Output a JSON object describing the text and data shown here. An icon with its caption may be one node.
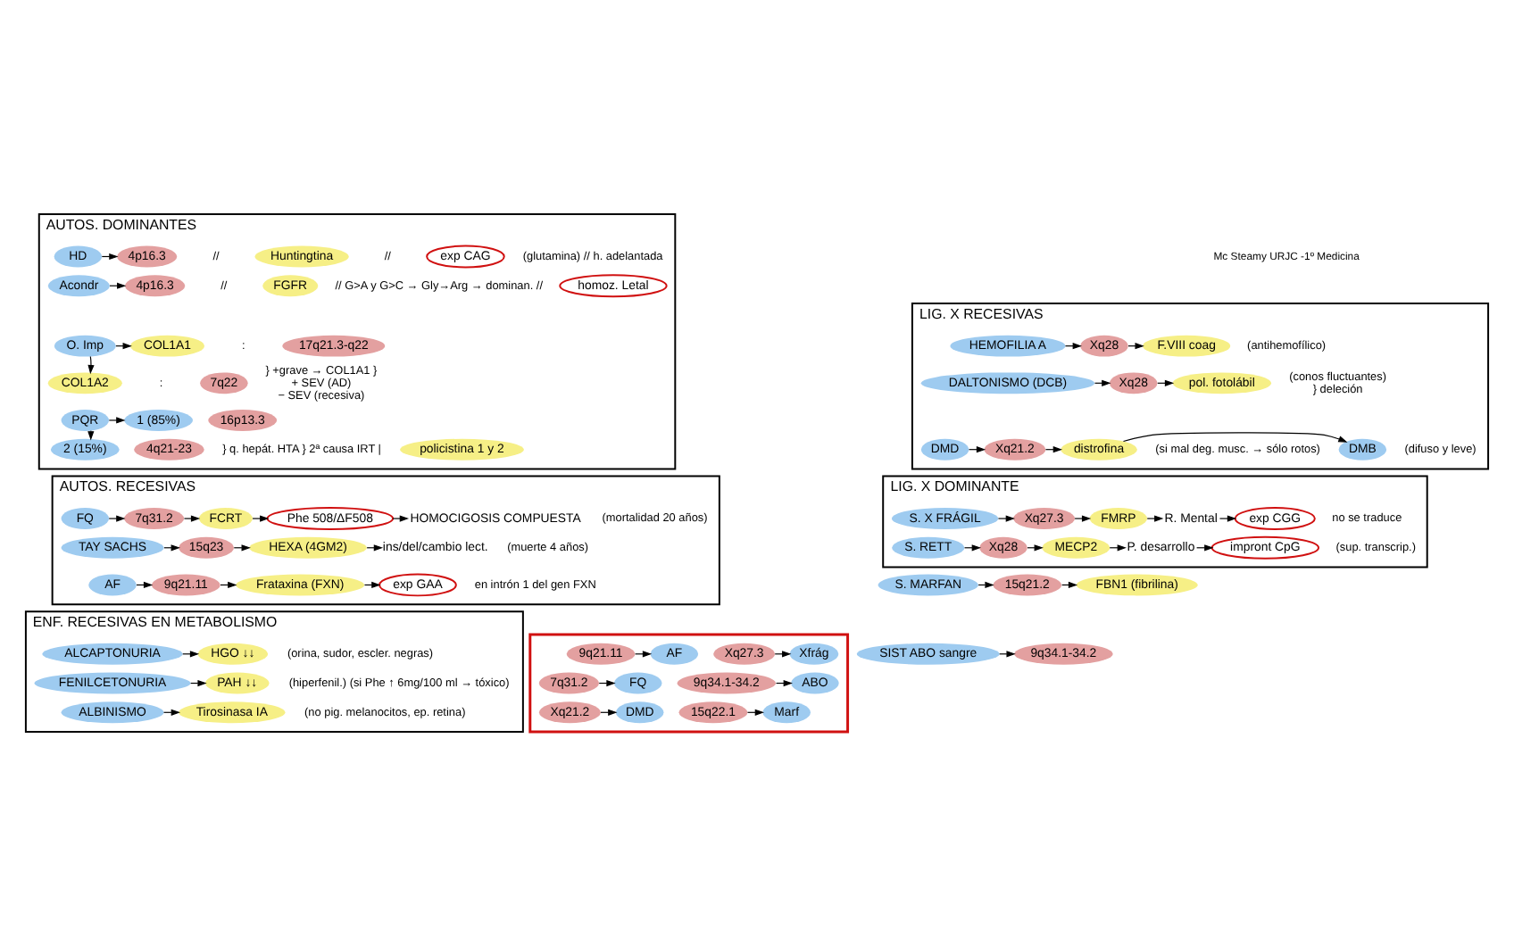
{
  "diagram": {
    "nodes": [
      {
        "text": [
          "AUTOS. DOMINANTES"
        ]
      },
      {
        "text": [
          "HD"
        ],
        "in": 0
      },
      {
        "text": [
          "4p16.3"
        ],
        "in": 0,
        "beside": [
          "//"
        ]
      },
      {
        "text": [
          "Huntingtina"
        ],
        "in": 0,
        "beside": [
          "//"
        ]
      },
      {
        "text": [
          "exp CAG"
        ],
        "in": 0,
        "beside": [
          "(glutamina) // h. adelantada"
        ]
      },
      {
        "text": [
          "Acondr"
        ],
        "in": 0
      },
      {
        "text": [
          "4p16.3"
        ],
        "in": 0,
        "beside": [
          "//"
        ]
      },
      {
        "text": [
          "FGFR"
        ],
        "in": 0,
        "beside": [
          "// G>A y G>C → Gly→Arg → dominan. //"
        ]
      },
      {
        "text": [
          "homoz. Letal"
        ],
        "in": 0
      },
      {
        "text": [
          "O. Imp"
        ],
        "in": 0
      },
      {
        "text": [
          "COL1A1"
        ],
        "in": 0,
        "beside": [
          ":"
        ]
      },
      {
        "text": [
          "17q21.3-q22"
        ],
        "in": 0
      },
      {
        "text": [
          "COL1A2"
        ],
        "in": 0,
        "beside": [
          ":"
        ]
      },
      {
        "text": [
          "7q22"
        ],
        "in": 0,
        "beside": [
          "} +grave → COL1A1 }",
          "+ SEV (AD)",
          "− SEV (recesiva)"
        ]
      },
      {
        "text": [
          "PQR"
        ],
        "in": 0
      },
      {
        "text": [
          "1 (85%)"
        ],
        "in": 0
      },
      {
        "text": [
          "16p13.3"
        ],
        "in": 0
      },
      {
        "text": [
          "2 (15%)"
        ],
        "in": 0
      },
      {
        "text": [
          "4q21-23"
        ],
        "in": 0,
        "beside": [
          "} q. hepát. HTA } 2ª causa IRT |"
        ]
      },
      {
        "text": [
          "policistina 1 y 2"
        ],
        "in": 0
      },
      {
        "text": [
          "AUTOS. RECESIVAS"
        ]
      },
      {
        "text": [
          "FQ"
        ],
        "in": 20
      },
      {
        "text": [
          "7q31.2"
        ],
        "in": 20
      },
      {
        "text": [
          "FCRT"
        ],
        "in": 20
      },
      {
        "text": [
          "Phe 508/ΔF508"
        ],
        "in": 20
      },
      {
        "text": [
          "HOMOCIGOSIS COMPUESTA"
        ],
        "in": 20,
        "beside": [
          "(mortalidad 20 años)"
        ]
      },
      {
        "text": [
          "TAY SACHS"
        ],
        "in": 20
      },
      {
        "text": [
          "15q23"
        ],
        "in": 20
      },
      {
        "text": [
          "HEXA (4GM2)"
        ],
        "in": 20
      },
      {
        "text": [
          "ins/del/cambio lect."
        ],
        "in": 20,
        "beside": [
          "(muerte 4 años)"
        ]
      },
      {
        "text": [
          "AF"
        ],
        "in": 20
      },
      {
        "text": [
          "9q21.11"
        ],
        "in": 20
      },
      {
        "text": [
          "Frataxina (FXN)"
        ],
        "in": 20
      },
      {
        "text": [
          "exp GAA"
        ],
        "in": 20,
        "beside": [
          "en intrón 1 del gen FXN"
        ]
      },
      {
        "text": [
          "ENF. RECESIVAS EN METABOLISMO"
        ]
      },
      {
        "text": [
          "ALCAPTONURIA"
        ],
        "in": 34
      },
      {
        "text": [
          "HGO ↓↓"
        ],
        "in": 34,
        "beside": [
          "(orina, sudor, escler. negras)"
        ]
      },
      {
        "text": [
          "FENILCETONURIA"
        ],
        "in": 34
      },
      {
        "text": [
          "PAH ↓↓"
        ],
        "in": 34,
        "beside": [
          "(hiperfenil.) (si Phe ↑ 6mg/100 ml → tóxico)"
        ]
      },
      {
        "text": [
          "ALBINISMO"
        ],
        "in": 34
      },
      {
        "text": [
          "Tirosinasa IA"
        ],
        "in": 34,
        "beside": [
          "(no pig. melanocitos, ep. retina)"
        ]
      },
      {
        "text": [
          "LIG. X RECESIVAS"
        ]
      },
      {
        "text": [
          "HEMOFILIA A"
        ],
        "in": 41
      },
      {
        "text": [
          "Xq28"
        ],
        "in": 41
      },
      {
        "text": [
          "F.VIII coag"
        ],
        "in": 41,
        "beside": [
          "(antihemofílico)"
        ]
      },
      {
        "text": [
          "DALTONISMO (DCB)"
        ],
        "in": 41
      },
      {
        "text": [
          "Xq28"
        ],
        "in": 41
      },
      {
        "text": [
          "pol. fotolábil"
        ],
        "in": 41,
        "beside": [
          "(conos fluctuantes)",
          "} deleción"
        ]
      },
      {
        "text": [
          "DMD"
        ],
        "in": 41
      },
      {
        "text": [
          "Xq21.2"
        ],
        "in": 41
      },
      {
        "text": [
          "distrofina"
        ],
        "in": 41,
        "beside": [
          "(si mal deg. musc. → sólo rotos)"
        ]
      },
      {
        "text": [
          "DMB"
        ],
        "in": 41,
        "beside": [
          "(difuso y leve)"
        ]
      },
      {
        "text": [
          "LIG. X DOMINANTE"
        ]
      },
      {
        "text": [
          "S. X FRÁGIL"
        ],
        "in": 52
      },
      {
        "text": [
          "Xq27.3"
        ],
        "in": 52
      },
      {
        "text": [
          "FMRP"
        ],
        "in": 52
      },
      {
        "text": [
          "R. Mental"
        ],
        "in": 52
      },
      {
        "text": [
          "exp CGG"
        ],
        "in": 52,
        "beside": [
          "no se traduce"
        ]
      },
      {
        "text": [
          "S. RETT"
        ],
        "in": 52
      },
      {
        "text": [
          "Xq28"
        ],
        "in": 52
      },
      {
        "text": [
          "MECP2"
        ],
        "in": 52
      },
      {
        "text": [
          "P. desarrollo"
        ],
        "in": 52
      },
      {
        "text": [
          "impront CpG"
        ],
        "in": 52,
        "beside": [
          "(sup. transcrip.)"
        ]
      },
      {
        "text": [
          "S. MARFAN"
        ]
      },
      {
        "text": [
          "15q21.2"
        ]
      },
      {
        "text": [
          "FBN1 (fibrilina)"
        ]
      },
      {
        "text": [
          "SIST ABO sangre"
        ]
      },
      {
        "text": [
          "9q34.1-34.2"
        ]
      },
      {
        "text": [],
        "shape": "box"
      },
      {
        "text": [
          "9q21.11"
        ],
        "in": 68
      },
      {
        "text": [
          "AF"
        ],
        "in": 68
      },
      {
        "text": [
          "7q31.2"
        ],
        "in": 68
      },
      {
        "text": [
          "FQ"
        ],
        "in": 68
      },
      {
        "text": [
          "Xq21.2"
        ],
        "in": 68
      },
      {
        "text": [
          "DMD"
        ],
        "in": 68
      },
      {
        "text": [
          "Xq27.3"
        ],
        "in": 68
      },
      {
        "text": [
          "Xfrág"
        ],
        "in": 68
      },
      {
        "text": [
          "9q34.1-34.2"
        ],
        "in": 68
      },
      {
        "text": [
          "ABO"
        ],
        "in": 68
      },
      {
        "text": [
          "15q22.1"
        ],
        "in": 68
      },
      {
        "text": [
          "Marf"
        ],
        "in": 68
      }
    ],
    "edges": [
      {
        "from": 1,
        "to": 2,
        "arrow": "to"
      },
      {
        "from": 5,
        "to": 6,
        "arrow": "to"
      },
      {
        "from": 9,
        "to": 10,
        "arrow": "to"
      },
      {
        "from": 9,
        "to": 12,
        "arrow": "to"
      },
      {
        "from": 14,
        "to": 15,
        "arrow": "to"
      },
      {
        "from": 14,
        "to": 17,
        "arrow": "to"
      },
      {
        "from": 21,
        "to": 22,
        "arrow": "to"
      },
      {
        "from": 22,
        "to": 23,
        "arrow": "to"
      },
      {
        "from": 23,
        "to": 24,
        "arrow": "to"
      },
      {
        "from": 24,
        "to": 25,
        "arrow": "to"
      },
      {
        "from": 26,
        "to": 27,
        "arrow": "to"
      },
      {
        "from": 27,
        "to": 28,
        "arrow": "to"
      },
      {
        "from": 28,
        "to": 29,
        "arrow": "to"
      },
      {
        "from": 30,
        "to": 31,
        "arrow": "to"
      },
      {
        "from": 31,
        "to": 32,
        "arrow": "to"
      },
      {
        "from": 32,
        "to": 33,
        "arrow": "to"
      },
      {
        "from": 35,
        "to": 36,
        "arrow": "to"
      },
      {
        "from": 37,
        "to": 38,
        "arrow": "to"
      },
      {
        "from": 39,
        "to": 40,
        "arrow": "to"
      },
      {
        "from": 42,
        "to": 43,
        "arrow": "to"
      },
      {
        "from": 43,
        "to": 44,
        "arrow": "to"
      },
      {
        "from": 45,
        "to": 46,
        "arrow": "to"
      },
      {
        "from": 46,
        "to": 47,
        "arrow": "to"
      },
      {
        "from": 48,
        "to": 49,
        "arrow": "to"
      },
      {
        "from": 49,
        "to": 50,
        "arrow": "to"
      },
      {
        "from": 50,
        "to": 51,
        "arrow": "to"
      },
      {
        "from": 53,
        "to": 54,
        "arrow": "to"
      },
      {
        "from": 54,
        "to": 55,
        "arrow": "to"
      },
      {
        "from": 55,
        "to": 56,
        "arrow": "to"
      },
      {
        "from": 56,
        "to": 57,
        "arrow": "to"
      },
      {
        "from": 58,
        "to": 59,
        "arrow": "to"
      },
      {
        "from": 59,
        "to": 60,
        "arrow": "to"
      },
      {
        "from": 60,
        "to": 61,
        "arrow": "to"
      },
      {
        "from": 61,
        "to": 62,
        "arrow": "to"
      },
      {
        "from": 63,
        "to": 64,
        "arrow": "to"
      },
      {
        "from": 64,
        "to": 65,
        "arrow": "to"
      },
      {
        "from": 66,
        "to": 67,
        "arrow": "to"
      },
      {
        "from": 69,
        "to": 70,
        "arrow": "to"
      },
      {
        "from": 71,
        "to": 72,
        "arrow": "to"
      },
      {
        "from": 73,
        "to": 74,
        "arrow": "to"
      },
      {
        "from": 75,
        "to": 76,
        "arrow": "to"
      },
      {
        "from": 77,
        "to": 78,
        "arrow": "to"
      },
      {
        "from": 79,
        "to": 80,
        "arrow": "to"
      }
    ],
    "labels": [
      "Mc Steamy URJC -1º Medicina"
    ]
  }
}
